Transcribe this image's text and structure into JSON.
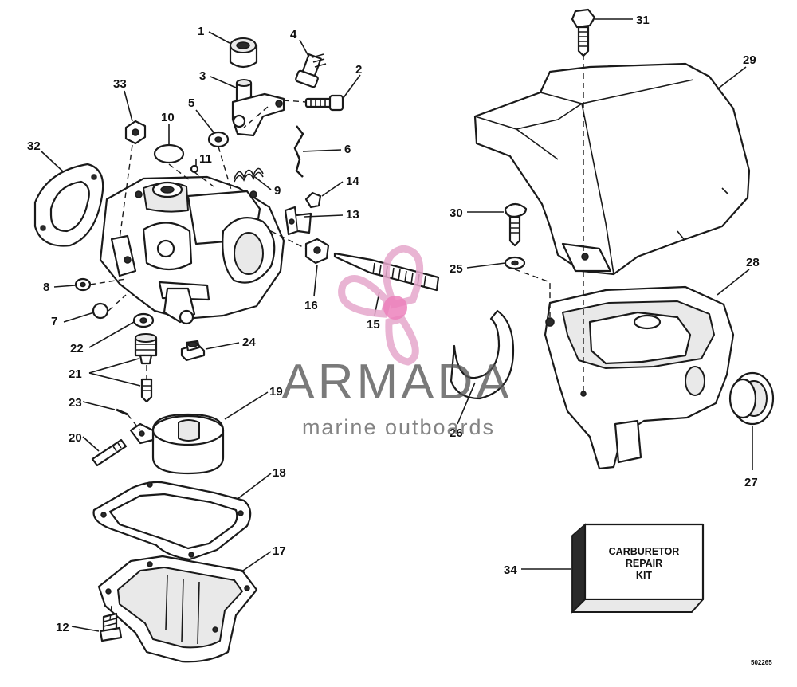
{
  "watermark": {
    "brand": "ARMADA",
    "tagline": "marine outboards",
    "colors": {
      "logo_pink": "#e6a8cc",
      "logo_hub": "#e96bb0",
      "text_gray": "#555555"
    }
  },
  "kit_box": {
    "line1": "CARBURETOR",
    "line2": "REPAIR",
    "line3": "KIT"
  },
  "diagram_code": "502265",
  "callouts": [
    {
      "id": "1",
      "text": "1"
    },
    {
      "id": "2",
      "text": "2"
    },
    {
      "id": "3",
      "text": "3"
    },
    {
      "id": "4",
      "text": "4"
    },
    {
      "id": "5",
      "text": "5"
    },
    {
      "id": "6",
      "text": "6"
    },
    {
      "id": "7",
      "text": "7"
    },
    {
      "id": "8",
      "text": "8"
    },
    {
      "id": "9",
      "text": "9"
    },
    {
      "id": "10",
      "text": "10"
    },
    {
      "id": "11",
      "text": "11"
    },
    {
      "id": "12",
      "text": "12"
    },
    {
      "id": "13",
      "text": "13"
    },
    {
      "id": "14",
      "text": "14"
    },
    {
      "id": "15",
      "text": "15"
    },
    {
      "id": "16",
      "text": "16"
    },
    {
      "id": "17",
      "text": "17"
    },
    {
      "id": "18",
      "text": "18"
    },
    {
      "id": "19",
      "text": "19"
    },
    {
      "id": "20",
      "text": "20"
    },
    {
      "id": "21",
      "text": "21"
    },
    {
      "id": "22",
      "text": "22"
    },
    {
      "id": "23",
      "text": "23"
    },
    {
      "id": "24",
      "text": "24"
    },
    {
      "id": "25",
      "text": "25"
    },
    {
      "id": "26",
      "text": "26"
    },
    {
      "id": "27",
      "text": "27"
    },
    {
      "id": "28",
      "text": "28"
    },
    {
      "id": "29",
      "text": "29"
    },
    {
      "id": "30",
      "text": "30"
    },
    {
      "id": "31",
      "text": "31"
    },
    {
      "id": "32",
      "text": "32"
    },
    {
      "id": "33",
      "text": "33"
    },
    {
      "id": "34",
      "text": "34"
    }
  ]
}
